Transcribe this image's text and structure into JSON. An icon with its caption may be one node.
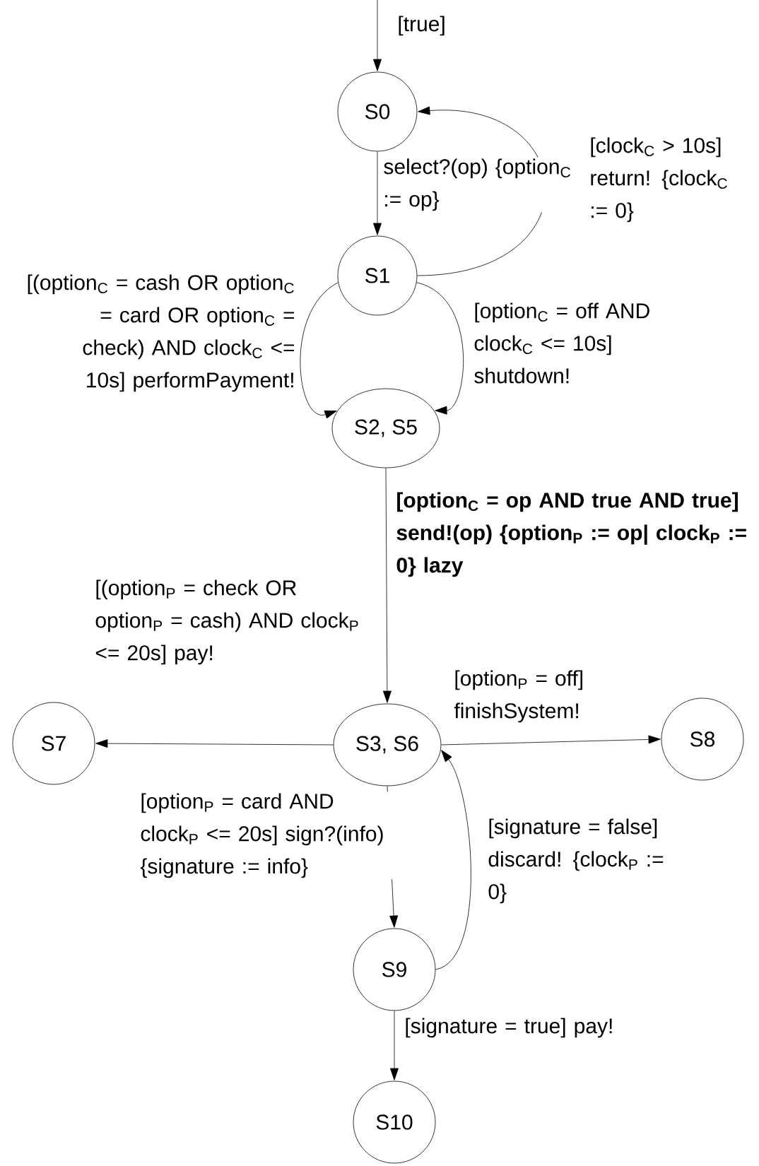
{
  "diagram": {
    "nodes": [
      {
        "text": [
          "S0"
        ]
      },
      {
        "text": [
          "S1"
        ]
      },
      {
        "text": [
          "S2, S5"
        ]
      },
      {
        "text": [
          "S3, S6"
        ]
      },
      {
        "text": [
          "S7"
        ]
      },
      {
        "text": [
          "S8"
        ]
      },
      {
        "text": [
          "S9"
        ]
      },
      {
        "text": [
          "S10"
        ]
      }
    ],
    "edges": [
      {
        "from": null,
        "to": 0,
        "arrow": "to",
        "label": "[true]"
      },
      {
        "from": 0,
        "to": 1,
        "arrow": "to",
        "label": "select?(op) {option$_{C}$ := op}"
      },
      {
        "from": 1,
        "to": 0,
        "arrow": "to",
        "label": "[clock$_{C}$ > 10s] return! {clock$_{C}$ := 0}"
      },
      {
        "from": 1,
        "to": 2,
        "arrow": "to",
        "label": "[(option$_{C}$ = cash OR option$_{C}$ = card OR option$_{C}$ = check) AND clock$_{C}$ <= 10s] performPayment!"
      },
      {
        "from": 1,
        "to": 2,
        "arrow": "to",
        "label": "[option$_{C}$ = off AND clock$_{C}$ <= 10s] shutdown!"
      },
      {
        "from": 2,
        "to": 3,
        "arrow": "to",
        "label": "[option$_{C}$  = op AND true AND true] send!(op) {option$_{P}$ := op| clock$_{P}$ := 0} lazy"
      },
      {
        "from": 3,
        "to": 4,
        "arrow": "to",
        "label": "[(option$_{P}$ = check OR option$_{P}$ = cash) AND clock$_{P}$ <= 20s] pay!"
      },
      {
        "from": 3,
        "to": 5,
        "arrow": "to",
        "label": "[option$_{P}$ = off] finishSystem!"
      },
      {
        "from": 3,
        "to": 6,
        "arrow": "to",
        "label": "[option$_{P}$ = card AND clock$_{P}$ <= 20s] sign?(info) {signature := info}"
      },
      {
        "from": 6,
        "to": 3,
        "arrow": "to",
        "label": "[signature = false] discard! {clock$_{P}$ := 0}"
      },
      {
        "from": 6,
        "to": 7,
        "arrow": "to",
        "label": "[signature = true] pay!"
      }
    ]
  }
}
